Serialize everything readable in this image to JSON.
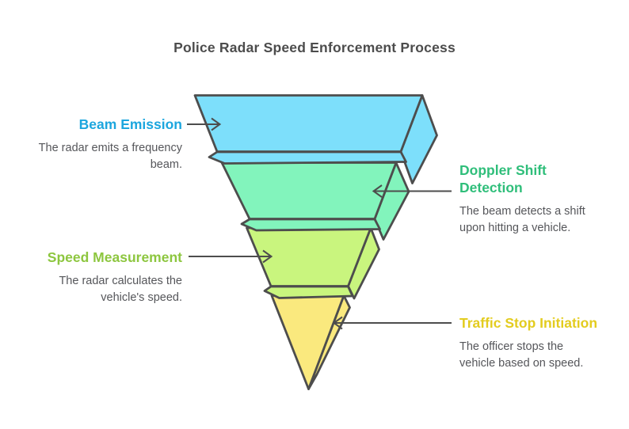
{
  "title": "Police Radar Speed Enforcement Process",
  "colors": {
    "background": "#FFFFFF",
    "outline": "#4D4D4D",
    "title_text": "#4C4C4C",
    "description_text": "#55565A"
  },
  "funnel": {
    "stages": [
      {
        "label": "Beam Emission",
        "label_lines": [
          "Beam Emission"
        ],
        "description_lines": [
          "The radar emits a frequency",
          "beam."
        ],
        "label_color": "#1CA6DE",
        "fill": "#7DDFFB",
        "side": "left"
      },
      {
        "label": "Doppler Shift Detection",
        "label_lines": [
          "Doppler Shift",
          "Detection"
        ],
        "description_lines": [
          "The beam detects a shift",
          "upon hitting a vehicle."
        ],
        "label_color": "#2FBE7A",
        "fill": "#82F4BC",
        "side": "right"
      },
      {
        "label": "Speed Measurement",
        "label_lines": [
          "Speed Measurement"
        ],
        "description_lines": [
          "The radar calculates the",
          "vehicle's speed."
        ],
        "label_color": "#8DC63F",
        "fill": "#C9F57E",
        "side": "left"
      },
      {
        "label": "Traffic Stop Initiation",
        "label_lines": [
          "Traffic Stop Initiation"
        ],
        "description_lines": [
          "The officer stops the",
          "vehicle based on speed."
        ],
        "label_color": "#E3CC1F",
        "fill": "#FAE97E",
        "side": "right"
      }
    ]
  }
}
